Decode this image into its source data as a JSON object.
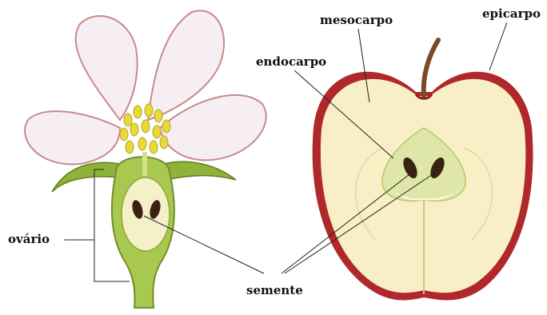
{
  "labels": {
    "mesocarpo": "mesocarpo",
    "epicarpo": "epicarpo",
    "endocarpo": "endocarpo",
    "ovario": "ovário",
    "semente": "semente"
  },
  "colors": {
    "petal_fill": "#f6eef2",
    "petal_edge": "#c98a8a",
    "stamen": "#e8d83a",
    "receptacle": "#a8c850",
    "receptacle_dark": "#6f8f2a",
    "apple_skin": "#b0282c",
    "apple_flesh": "#f8efc6",
    "core": "#dfe7a8",
    "seed": "#3a2210",
    "stem": "#7a4a26",
    "line": "#222222"
  }
}
